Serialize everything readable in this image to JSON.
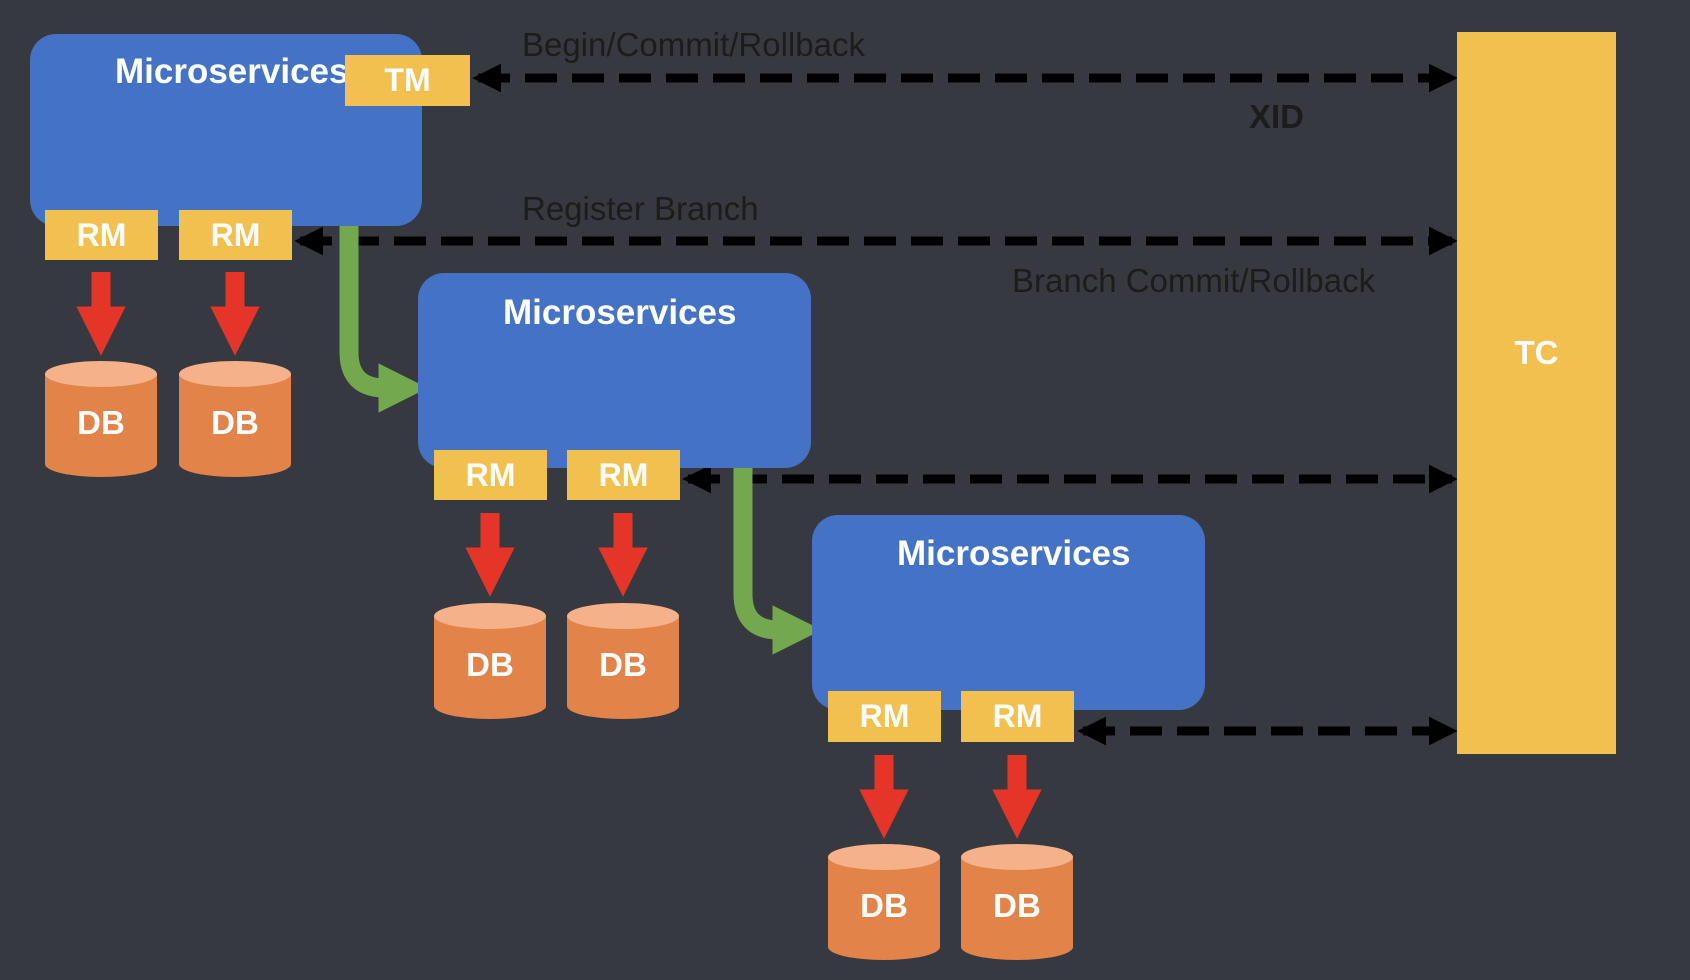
{
  "colors": {
    "background": "#363a40",
    "service_box": "#4472c4",
    "tag": "#f2c04f",
    "database": "#e2834a",
    "database_top": "#f5b18a",
    "db_arrow": "#e53528",
    "call_arrow": "#73a84f",
    "tc_link": "#000000"
  },
  "labels": {
    "begin_commit_rollback": "Begin/Commit/Rollback",
    "xid": "XID",
    "register_branch": "Register Branch",
    "branch_commit_rollback": "Branch Commit/Rollback"
  },
  "tc": {
    "label": "TC"
  },
  "services": [
    {
      "title": "Microservices",
      "tm": "TM",
      "rms": [
        "RM",
        "RM"
      ],
      "dbs": [
        "DB",
        "DB"
      ]
    },
    {
      "title": "Microservices",
      "rms": [
        "RM",
        "RM"
      ],
      "dbs": [
        "DB",
        "DB"
      ]
    },
    {
      "title": "Microservices",
      "rms": [
        "RM",
        "RM"
      ],
      "dbs": [
        "DB",
        "DB"
      ]
    }
  ]
}
